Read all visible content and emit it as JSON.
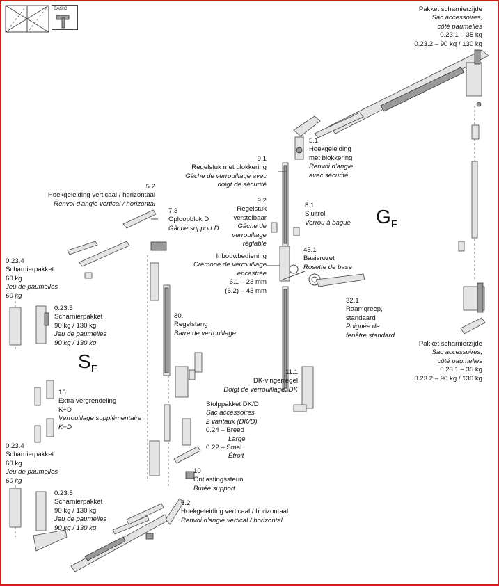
{
  "badge": {
    "label": "BASIC"
  },
  "labels": {
    "pakket_top": [
      "Pakket scharnierzijde"
    ],
    "pakket_top_it": [
      "Sac accessoires,",
      "côté paumelles"
    ],
    "pakket_top_w": [
      "0.23.1 – 35 kg",
      "0.23.2 – 90 kg / 130 kg"
    ],
    "l_5_1": [
      "5.1",
      "Hoekgeleiding",
      "met blokkering"
    ],
    "l_5_1_it": [
      "Renvoi d'angle",
      "avec sécurité"
    ],
    "l_9_1": [
      "9.1",
      "Regelstuk met blokkering"
    ],
    "l_9_1_it": [
      "Gâche de verrouillage avec",
      "doigt de sécurité"
    ],
    "l_5_2_top": [
      "5.2",
      "Hoekgeleiding verticaal / horizontaal"
    ],
    "l_5_2_top_it": [
      "Renvoi d'angle vertical / horizontal"
    ],
    "l_9_2": [
      "9.2",
      "Regelstuk",
      "verstelbaar"
    ],
    "l_9_2_it": [
      "Gâche de",
      "verrouillage",
      "réglable"
    ],
    "l_8_1": [
      "8.1",
      "Sluitrol"
    ],
    "l_8_1_it": [
      "Verrou à bague"
    ],
    "l_7_3": [
      "7.3",
      "Oploopblok D"
    ],
    "l_7_3_it": [
      "Gâche support D"
    ],
    "l_inbouw": [
      "Inbouwbediening"
    ],
    "l_inbouw_it": [
      "Crémone de verrouillage",
      "encastrée"
    ],
    "l_inbouw_sz": [
      "6.1 – 23 mm",
      "(6.2) – 43 mm"
    ],
    "l_45_1": [
      "45.1",
      "Basisrozet"
    ],
    "l_45_1_it": [
      "Rosette de base"
    ],
    "l_0_23_4a": [
      "0.23.4",
      "Scharnierpakket",
      "60 kg"
    ],
    "l_0_23_4a_it": [
      "Jeu de paumelles",
      "60 kg"
    ],
    "l_0_23_5a": [
      "0.23.5",
      "Scharnierpakket",
      "90 kg / 130 kg"
    ],
    "l_0_23_5a_it": [
      "Jeu de paumelles",
      "90 kg / 130 kg"
    ],
    "l_80": [
      "80.",
      "Regelstang"
    ],
    "l_80_it": [
      "Barre de verrouillage"
    ],
    "l_32_1": [
      "32.1",
      "Raamgreep,",
      "standaard"
    ],
    "l_32_1_it": [
      "Poignée de",
      "fenêtre standard"
    ],
    "pakket_bot": [
      "Pakket scharnierzijde"
    ],
    "pakket_bot_it": [
      "Sac accessoires,",
      "côté paumelles"
    ],
    "pakket_bot_w": [
      "0.23.1 – 35 kg",
      "0.23.2 – 90 kg / 130 kg"
    ],
    "l_11_1": [
      "11.1",
      "DK-vingerregel"
    ],
    "l_11_1_it": [
      "Doigt de verrouillage, DK"
    ],
    "l_16": [
      "16",
      "Extra vergrendeling",
      "K+D"
    ],
    "l_16_it": [
      "Verrouillage supplémentaire",
      "K+D"
    ],
    "l_stolp": [
      "Stolppakket DK/D"
    ],
    "l_stolp_it": [
      "Sac accessoires",
      "2 vantaux (DK/D)"
    ],
    "l_stolp_024": [
      "0.24 – Breed"
    ],
    "l_stolp_024_it": [
      "Large"
    ],
    "l_stolp_022": [
      "0.22 – Smal"
    ],
    "l_stolp_022_it": [
      "Étroit"
    ],
    "l_0_23_4b": [
      "0.23.4",
      "Scharnierpakket",
      "60 kg"
    ],
    "l_0_23_4b_it": [
      "Jeu de paumelles",
      "60 kg"
    ],
    "l_10": [
      "10",
      "Ontlastingssteun"
    ],
    "l_10_it": [
      "Butée support"
    ],
    "l_0_23_5b": [
      "0.23.5",
      "Scharnierpakket",
      "90 kg / 130 kg"
    ],
    "l_0_23_5b_it": [
      "Jeu de paumelles",
      "90 kg / 130 kg"
    ],
    "l_5_2_bot": [
      "5.2",
      "Hoekgeleiding verticaal / horizontaal"
    ],
    "l_5_2_bot_it": [
      "Renvoi d'angle vertical / horizontal"
    ]
  },
  "sash": {
    "gf": {
      "main": "G",
      "sub": "F"
    },
    "sf": {
      "main": "S",
      "sub": "F"
    }
  },
  "colors": {
    "frame_border": "#cc1e1e",
    "line": "#444444",
    "part_fill": "#e4e4e4"
  }
}
